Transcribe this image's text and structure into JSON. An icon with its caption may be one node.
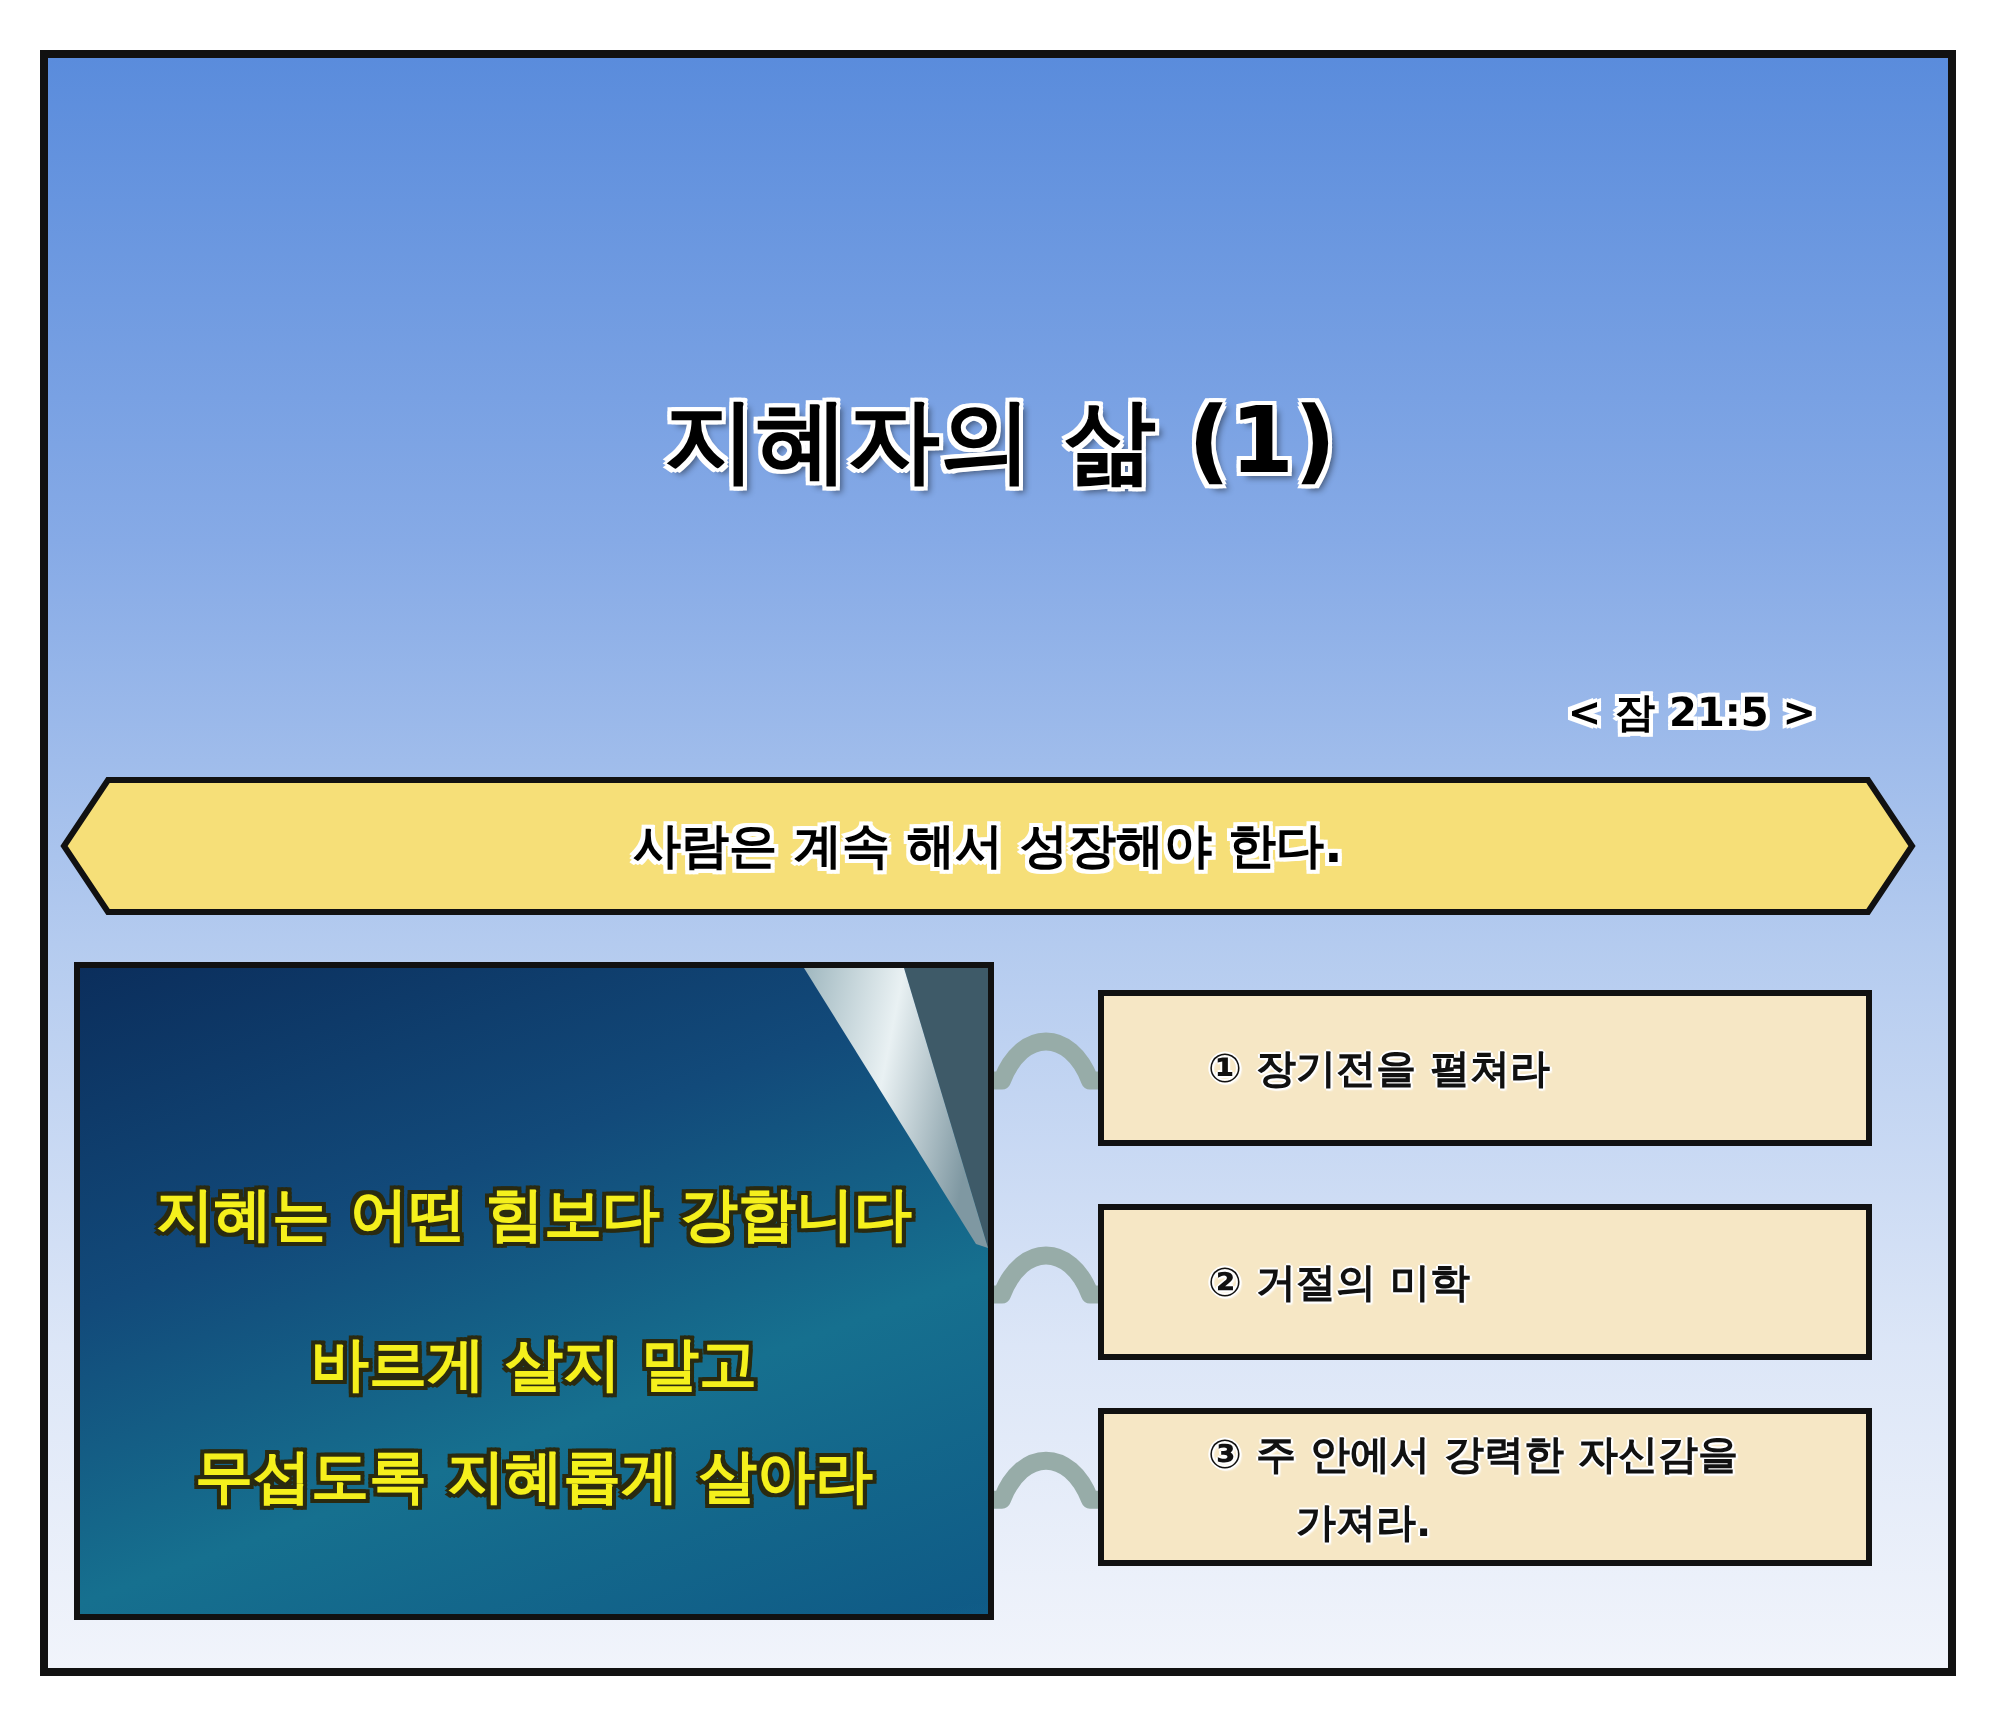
{
  "diagram": {
    "title": "지혜자의 삶 (1)",
    "nodes": [
      {
        "text": [
          "사람은 계속 해서 성장해야 한다."
        ]
      },
      {
        "text": [
          "지혜는 어떤 힘보다 강합니다",
          "바르게 살지 말고 무섭도록 지혜롭게 살아라"
        ]
      },
      {
        "text": [
          "① 장기전을 펼쳐라"
        ]
      },
      {
        "text": [
          "② 거절의 미학"
        ]
      },
      {
        "text": [
          "③ 주 안에서 강력한 자신감을 가져라."
        ]
      }
    ],
    "edges": [
      {
        "from": 1,
        "to": 2,
        "arrow": "none"
      },
      {
        "from": 1,
        "to": 3,
        "arrow": "none"
      },
      {
        "from": 1,
        "to": 4,
        "arrow": "none"
      }
    ],
    "labels": [
      "< 잠 21:5 >"
    ]
  }
}
